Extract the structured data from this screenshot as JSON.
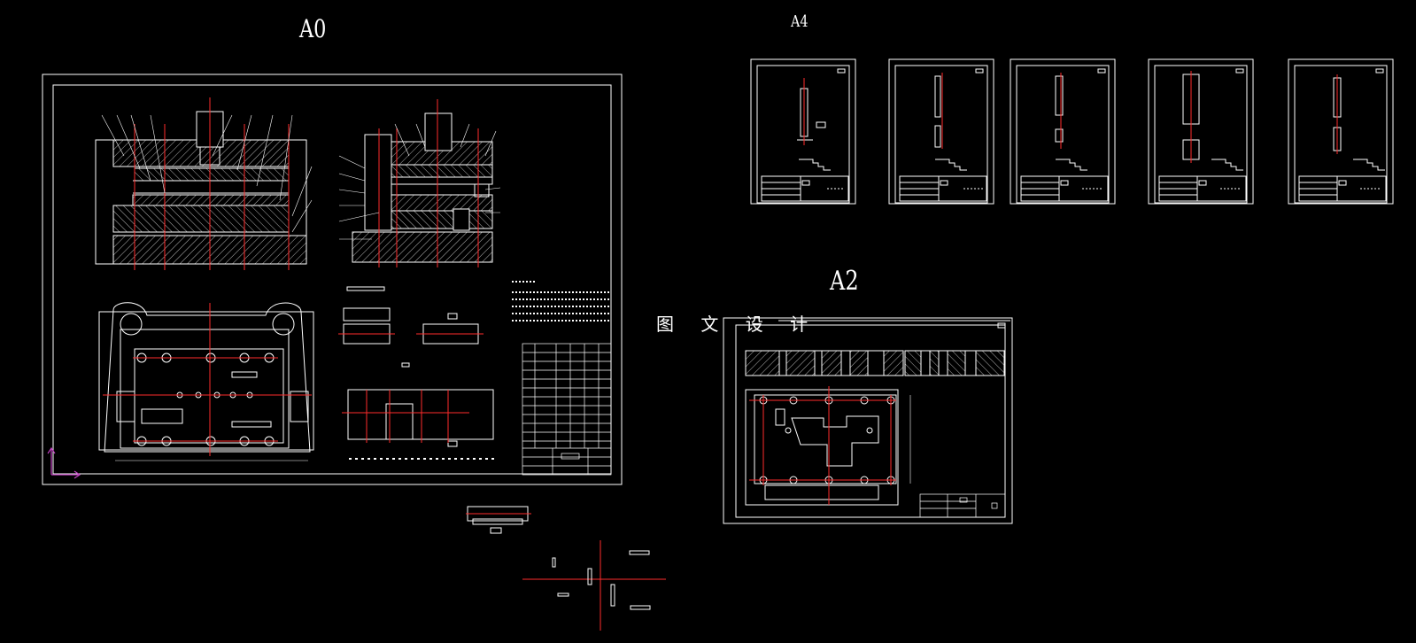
{
  "drawing": {
    "sheets": {
      "a0": "A0",
      "a4": "A4",
      "a2": "A2"
    },
    "brand_text": "图 文 设 计",
    "colors": {
      "background": "#000000",
      "line": "#ffffff",
      "center_line": "#ff2b2b",
      "ucs": "#c040c0"
    }
  }
}
